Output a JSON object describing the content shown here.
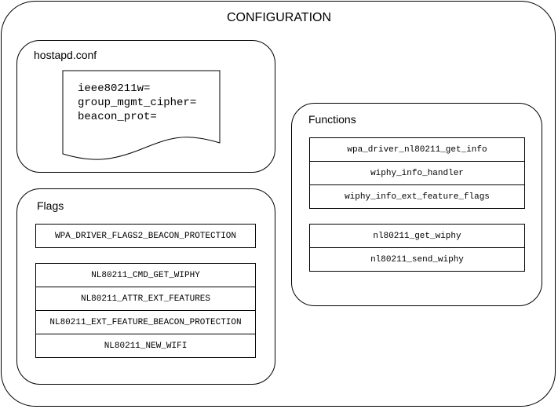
{
  "configuration": {
    "title": "CONFIGURATION"
  },
  "hostapd": {
    "title": "hostapd.conf",
    "lines": [
      "ieee80211w=",
      "group_mgmt_cipher=",
      "beacon_prot="
    ]
  },
  "functions": {
    "title": "Functions",
    "group1": [
      "wpa_driver_nl80211_get_info",
      "wiphy_info_handler",
      "wiphy_info_ext_feature_flags"
    ],
    "group2": [
      "nl80211_get_wiphy",
      "nl80211_send_wiphy"
    ]
  },
  "flags": {
    "title": "Flags",
    "group1": [
      "WPA_DRIVER_FLAGS2_BEACON_PROTECTION"
    ],
    "group2": [
      "NL80211_CMD_GET_WIPHY",
      "NL80211_ATTR_EXT_FEATURES",
      "NL80211_EXT_FEATURE_BEACON_PROTECTION",
      "NL80211_NEW_WIFI"
    ]
  }
}
